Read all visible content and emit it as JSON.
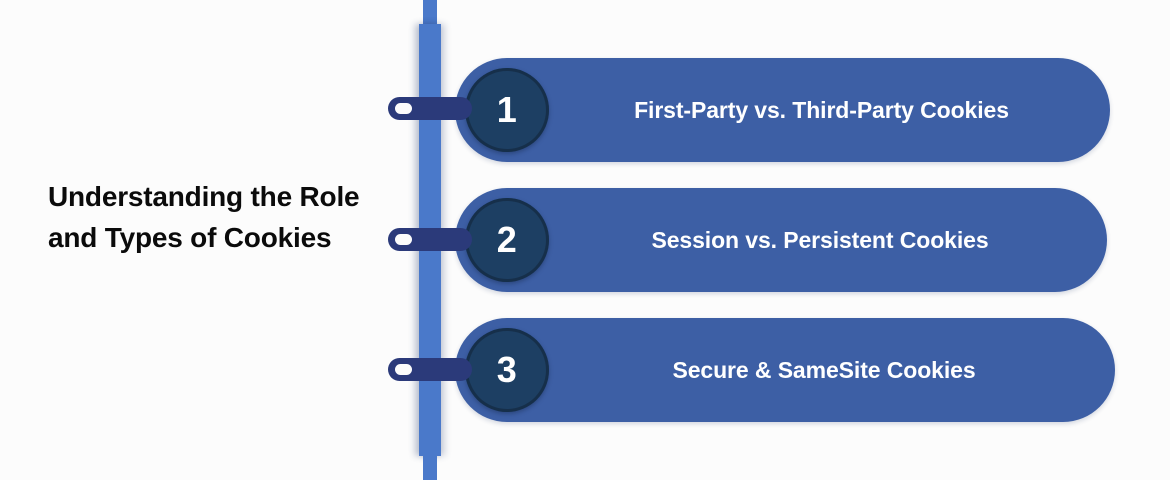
{
  "background_color": "#fcfcfc",
  "title": {
    "text": "Understanding the Role and Types of Cookies",
    "color": "#0b0b0b"
  },
  "timeline": {
    "spine_color": "#4a79ca",
    "connector_color": "#2b3a7a",
    "pill_color": "#3d5fa5",
    "badge_color": "#1d3f63",
    "label_color": "#ffffff"
  },
  "items": [
    {
      "number": "1",
      "label": "First-Party vs. Third-Party Cookies"
    },
    {
      "number": "2",
      "label": "Session vs. Persistent Cookies"
    },
    {
      "number": "3",
      "label": "Secure & SameSite Cookies"
    }
  ]
}
